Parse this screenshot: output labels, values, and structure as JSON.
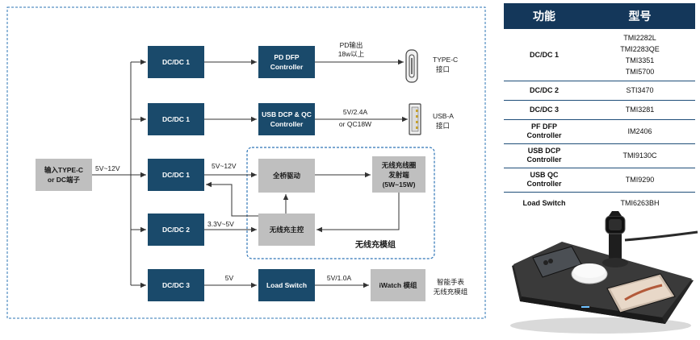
{
  "diagram": {
    "input_label": [
      "输入TYPE-C",
      "or DC端子"
    ],
    "input_voltage": "5V~12V",
    "dcdc": [
      "DC/DC 1",
      "DC/DC 1",
      "DC/DC 1",
      "DC/DC 2",
      "DC/DC 3"
    ],
    "pd_controller": [
      "PD DFP",
      "Controller"
    ],
    "usb_controller": [
      "USB DCP & QC",
      "Controller"
    ],
    "pd_output_note": [
      "PD输出",
      "18w以上"
    ],
    "typec_label": [
      "TYPE-C",
      "接口"
    ],
    "usb_output_note": [
      "5V/2.4A",
      "or QC18W"
    ],
    "usba_label": [
      "USB-A",
      "接口"
    ],
    "bridge_voltage": "5V~12V",
    "bridge_drive": "全桥驱动",
    "coil": [
      "无线充线圈",
      "发射端",
      "(5W~15W)"
    ],
    "wireless_main": "无线充主控",
    "dcdc2_voltage": "3.3V~5V",
    "module_label": "无线充模组",
    "dcdc3_voltage": "5V",
    "load_switch": "Load Switch",
    "iwatch_voltage": "5V/1.0A",
    "iwatch_module": "iWatch 模组",
    "watch_label": [
      "智能手表",
      "无线充模组"
    ]
  },
  "table": {
    "headers": [
      "功能",
      "型号"
    ],
    "rows": [
      {
        "function": [
          "DC/DC 1"
        ],
        "models": [
          "TMI2282L",
          "TMI2283QE",
          "TMI3351",
          "TMI5700"
        ]
      },
      {
        "function": [
          "DC/DC 2"
        ],
        "models": [
          "STI3470"
        ]
      },
      {
        "function": [
          "DC/DC 3"
        ],
        "models": [
          "TMI3281"
        ]
      },
      {
        "function": [
          "PF DFP",
          "Controller"
        ],
        "models": [
          "IM2406"
        ]
      },
      {
        "function": [
          "USB DCP",
          "Controller"
        ],
        "models": [
          "TMI9130C"
        ]
      },
      {
        "function": [
          "USB QC",
          "Controller"
        ],
        "models": [
          "TMI9290"
        ]
      },
      {
        "function": [
          "Load Switch"
        ],
        "models": [
          "TMI6263BH"
        ]
      }
    ]
  },
  "colors": {
    "box_dark": "#1a4a6b",
    "box_gray": "#bfbfbf",
    "frame_dash": "#2e75b6",
    "table_header": "#14375a"
  }
}
